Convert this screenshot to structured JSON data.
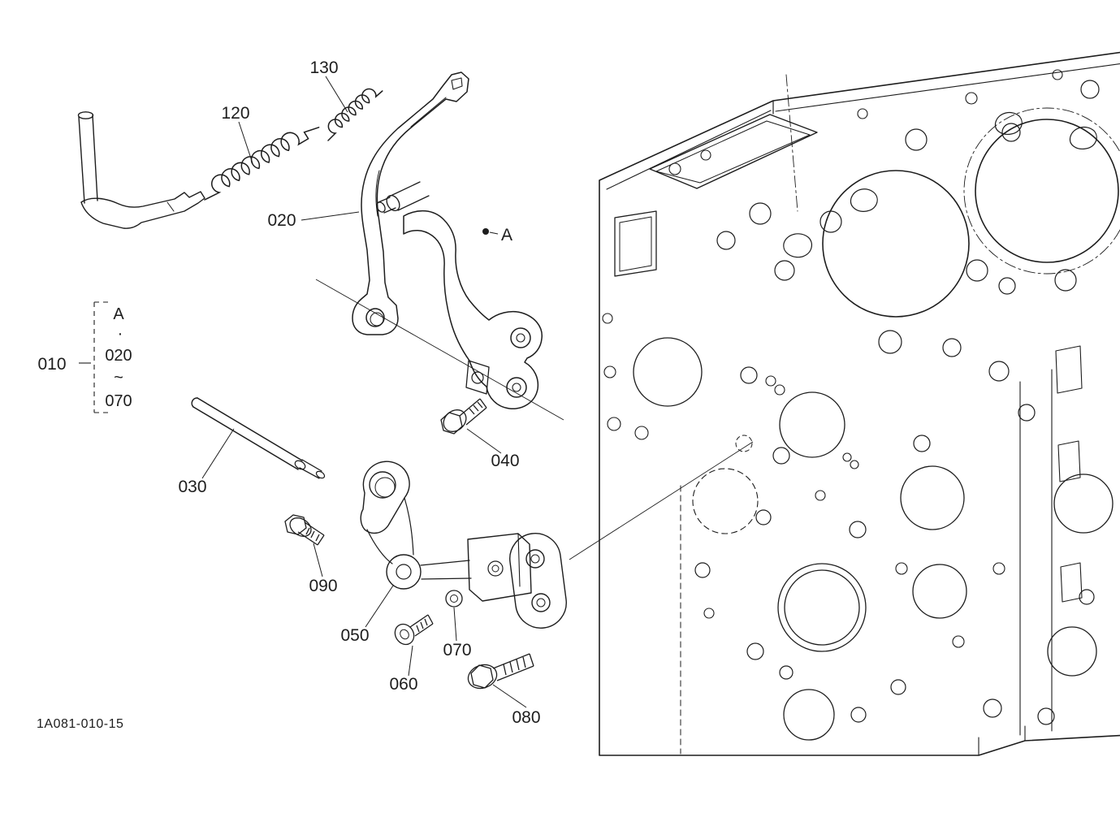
{
  "figure": {
    "code": "1A081-010-15"
  },
  "callouts": {
    "c010": "010",
    "c020": "020",
    "c030": "030",
    "c040": "040",
    "c050": "050",
    "c060": "060",
    "c070": "070",
    "c080": "080",
    "c090": "090",
    "c120": "120",
    "c130": "130",
    "cA": "A"
  },
  "legend": {
    "ref": "010",
    "itemA": "A",
    "dot": "·",
    "from": "020",
    "tilde": "~",
    "to": "070"
  },
  "style": {
    "ink": "#1d1d1d",
    "background": "#ffffff"
  }
}
